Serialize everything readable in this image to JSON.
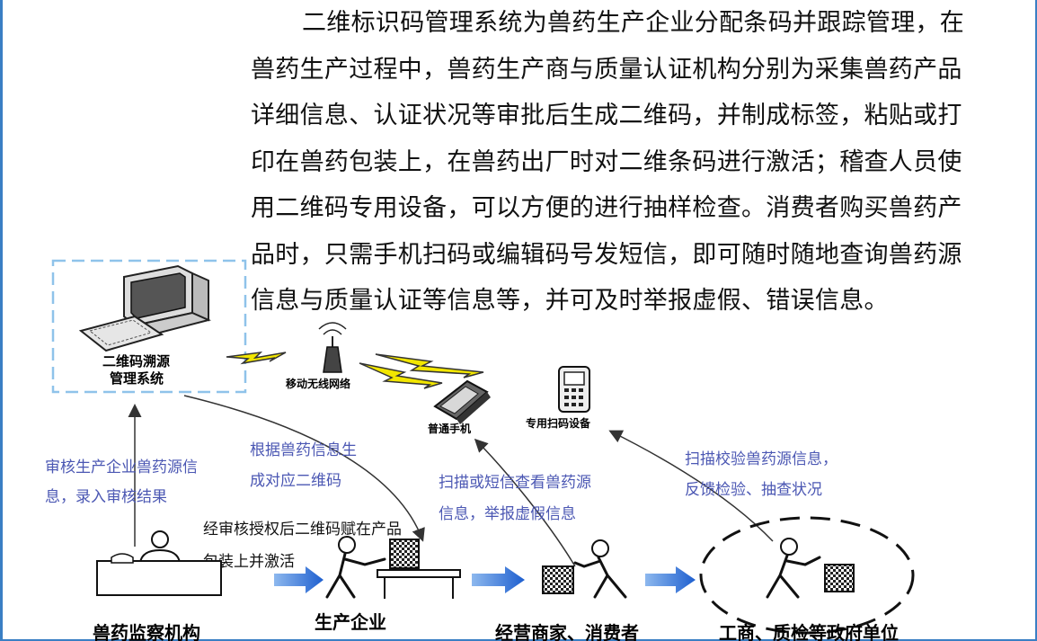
{
  "paragraph": {
    "lines": [
      "二维标识码管理系统为兽药生产企业分配条码并跟踪管理，在",
      "兽药生产过程中，兽药生产商与质量认证机构分别为采集兽药产品",
      "详细信息、认证状况等审批后生成二维码，并制成标签，粘贴或打",
      "印在兽药包装上，在兽药出厂时对二维条码进行激活；稽查人员使",
      "用二维码专用设备，可以方便的进行抽样检查。消费者购买兽药产",
      "品时，只需手机扫码或编辑码号发短信，即可随时随地查询兽药源",
      "信息与质量认证等信息等，并可及时举报虚假、错误信息。"
    ]
  },
  "diagram": {
    "system_label_1": "二维码溯源",
    "system_label_2": "管理系统",
    "network_label": "移动无线网络",
    "phone_label": "普通手机",
    "scanner_label": "专用扫码设备",
    "annotations": {
      "audit_1": "审核生产企业兽药源信",
      "audit_2": "息，录入审核结果",
      "generate_1": "根据兽药信息生",
      "generate_2": "成对应二维码",
      "activate_1": "经审核授权后二维码赋在产品",
      "activate_2": "包装上并激活",
      "query_1": "扫描或短信查看兽药源",
      "query_2": "信息，举报虚假信息",
      "verify_1": "扫描校验兽药源信息，",
      "verify_2": "反馈检验、抽查状况"
    },
    "entities": {
      "supervision": "兽药监察机构",
      "producer": "生产企业",
      "merchant": "经营商家、消费者",
      "government": "工商、质检等政府单位"
    }
  },
  "colors": {
    "annotation_blue": "#4b57b3",
    "arrow_blue": "#2f6fd1",
    "dashed_box": "#8fc3ea",
    "lightning": "#f2e600"
  }
}
